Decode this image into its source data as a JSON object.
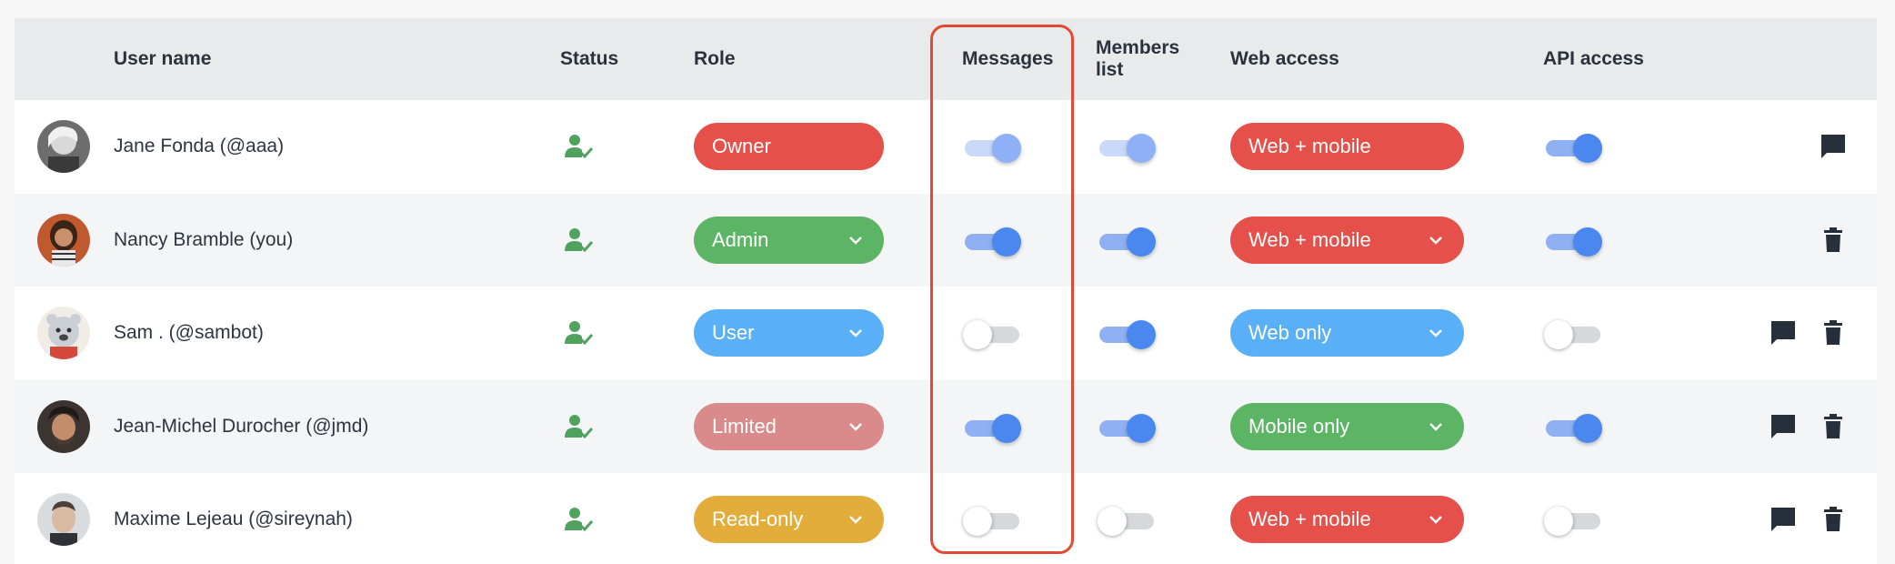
{
  "columns": {
    "user_name": "User name",
    "status": "Status",
    "role": "Role",
    "messages": "Messages",
    "members_list_line1": "Members",
    "members_list_line2": "list",
    "web_access": "Web access",
    "api_access": "API access"
  },
  "colors": {
    "owner": "#e5504a",
    "admin": "#5cb465",
    "user": "#5ab0f6",
    "limited": "#da8a8a",
    "readonly": "#e2ad3a",
    "web_mobile": "#e5504a",
    "web_only": "#5ab0f6",
    "mobile_only": "#5cb465",
    "status_green": "#4fa35e",
    "toggle_on": "#4a88f0",
    "highlight": "#e44a33"
  },
  "rows": [
    {
      "name": "Jane Fonda (@aaa)",
      "status_icon": "user-check-icon",
      "role": "Owner",
      "role_dropdown": false,
      "messages": "on-faded",
      "members_list": "on-faded",
      "web_access": "Web + mobile",
      "web_dropdown": false,
      "api_access": "on",
      "actions": [
        "message-icon"
      ]
    },
    {
      "name": "Nancy Bramble (you)",
      "status_icon": "user-check-icon",
      "role": "Admin",
      "role_dropdown": true,
      "messages": "on",
      "members_list": "on",
      "web_access": "Web + mobile",
      "web_dropdown": true,
      "api_access": "on",
      "actions": [
        "trash-icon"
      ]
    },
    {
      "name": "Sam . (@sambot)",
      "status_icon": "user-check-icon",
      "role": "User",
      "role_dropdown": true,
      "messages": "off",
      "members_list": "on",
      "web_access": "Web only",
      "web_dropdown": true,
      "api_access": "off",
      "actions": [
        "message-icon",
        "trash-icon"
      ]
    },
    {
      "name": "Jean-Michel Durocher (@jmd)",
      "status_icon": "user-check-icon",
      "role": "Limited",
      "role_dropdown": true,
      "messages": "on",
      "members_list": "on",
      "web_access": "Mobile only",
      "web_dropdown": true,
      "api_access": "on",
      "actions": [
        "message-icon",
        "trash-icon"
      ]
    },
    {
      "name": "Maxime Lejeau (@sireynah)",
      "status_icon": "user-check-icon",
      "role": "Read-only",
      "role_dropdown": true,
      "messages": "off",
      "members_list": "off",
      "web_access": "Web + mobile",
      "web_dropdown": true,
      "api_access": "off",
      "actions": [
        "message-icon",
        "trash-icon"
      ]
    }
  ]
}
